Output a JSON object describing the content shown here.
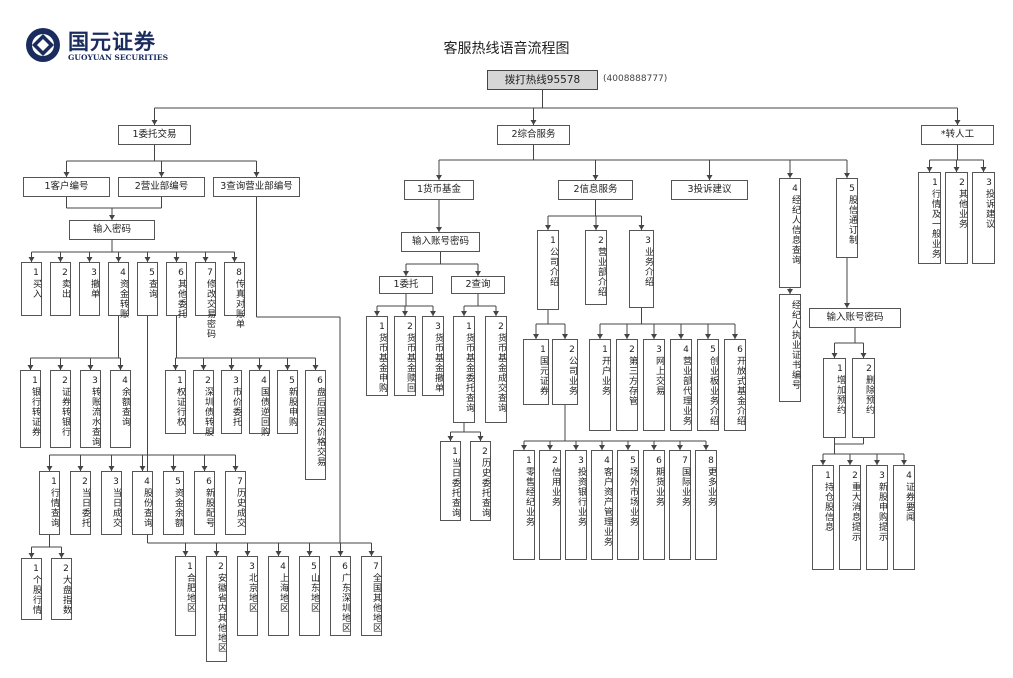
{
  "header": {
    "title": "客服热线语音流程图",
    "brand_name": "国元证券",
    "brand_english": "GUOYUAN SECURITIES",
    "brand_color": "#1a2b5e"
  },
  "hotline": {
    "label": "拨打热线95578",
    "alt_number": "(4008888777)"
  },
  "menus": {
    "trading": {
      "label": "1委托交易",
      "login_options": [
        "1客户编号",
        "2营业部编号",
        "3查询营业部编号"
      ],
      "password": "输入密码",
      "functions": [
        "1买入",
        "2卖出",
        "3撤单",
        "4资金转账",
        "5查询",
        "6其他委托",
        "7修改交易密码",
        "8传真对账单"
      ],
      "transfer_options": [
        "1银行转证券",
        "2证券转银行",
        "3转账流水查询",
        "4余额查询"
      ],
      "query_options": [
        "1行情查询",
        "2当日委托",
        "3当日成交",
        "4股份查询",
        "5资金余额",
        "6新股配号",
        "7历史成交"
      ],
      "quote_options": [
        "1个股行情",
        "2大盘指数"
      ],
      "other_orders": [
        "1权证行权",
        "2深圳债转股",
        "3市价委托",
        "4国债逆回购",
        "5新股申购",
        "6盘后固定价格交易"
      ],
      "branch_regions": [
        "1合肥地区",
        "2安徽省内其他地区",
        "3北京地区",
        "4上海地区",
        "5山东地区",
        "6广东深圳地区",
        "7全国其他地区"
      ]
    },
    "general": {
      "label": "2综合服务",
      "money_fund": {
        "label": "1货币基金",
        "password": "输入账号密码",
        "order": {
          "label": "1委托",
          "options": [
            "1货币基金申购",
            "2货币基金赎回",
            "3货币基金撤单"
          ]
        },
        "query": {
          "label": "2查询",
          "options": [
            "1货币基金委托查询",
            "2货币基金成交查询"
          ]
        },
        "order_query_options": [
          "1当日委托查询",
          "2历史委托查询"
        ]
      },
      "info_service": {
        "label": "2信息服务",
        "company_intro": {
          "label": "1公司介绍",
          "options": [
            "1国元证券",
            "2公司业务"
          ]
        },
        "branch_intro": "2营业部介绍",
        "business_intro": {
          "label": "3业务介绍",
          "options": [
            "1开户业务",
            "2第三方存管",
            "3网上交易",
            "4营业部代理业务",
            "5创业板业务介绍",
            "6开放式基金介绍"
          ]
        },
        "company_business": [
          "1零售经纪业务",
          "2信用业务",
          "3投资银行业务",
          "4客户资产管理业务",
          "5场外市场业务",
          "6期货业务",
          "7国际业务",
          "8更多业务"
        ]
      },
      "complaint": "3投诉建议",
      "broker_query": {
        "label": "4经纪人信息查询",
        "child": "经纪人执业证书编号"
      },
      "subscription": {
        "label": "5股信通订制",
        "password": "输入账号密码",
        "options": [
          "1增加预约",
          "2删除预约"
        ],
        "items": [
          "1持仓股信息",
          "2重大消息提示",
          "3新股申购提示",
          "4证券要闻"
        ]
      }
    },
    "agent": {
      "label": "*转人工",
      "options": [
        "1行情及一般业务",
        "2其他业务",
        "3投诉建议"
      ]
    }
  }
}
